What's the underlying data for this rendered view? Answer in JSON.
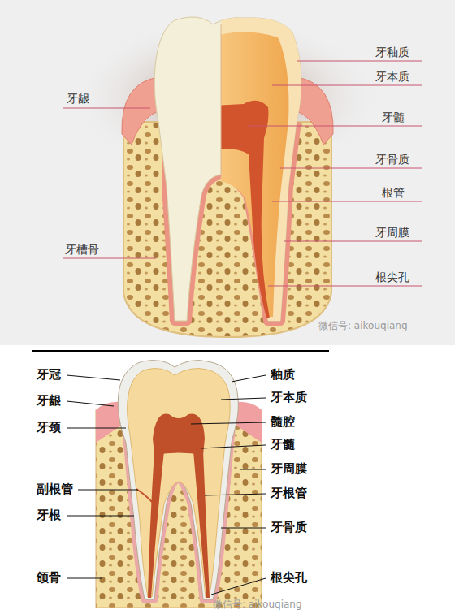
{
  "diagram": {
    "labels": [
      "牙釉质",
      "牙龈",
      "牙本质",
      "牙髓",
      "牙骨质",
      "根管",
      "牙周膜",
      "牙槽骨",
      "根尖孔",
      "微信号: aikouqiang",
      "牙冠",
      "釉质",
      "牙龈",
      "牙本质",
      "牙颈",
      "髓腔",
      "牙髓",
      "牙周膜",
      "副根管",
      "牙根管",
      "牙根",
      "牙骨质",
      "颌骨",
      "根尖孔",
      "微信号: aikouqiang"
    ]
  }
}
